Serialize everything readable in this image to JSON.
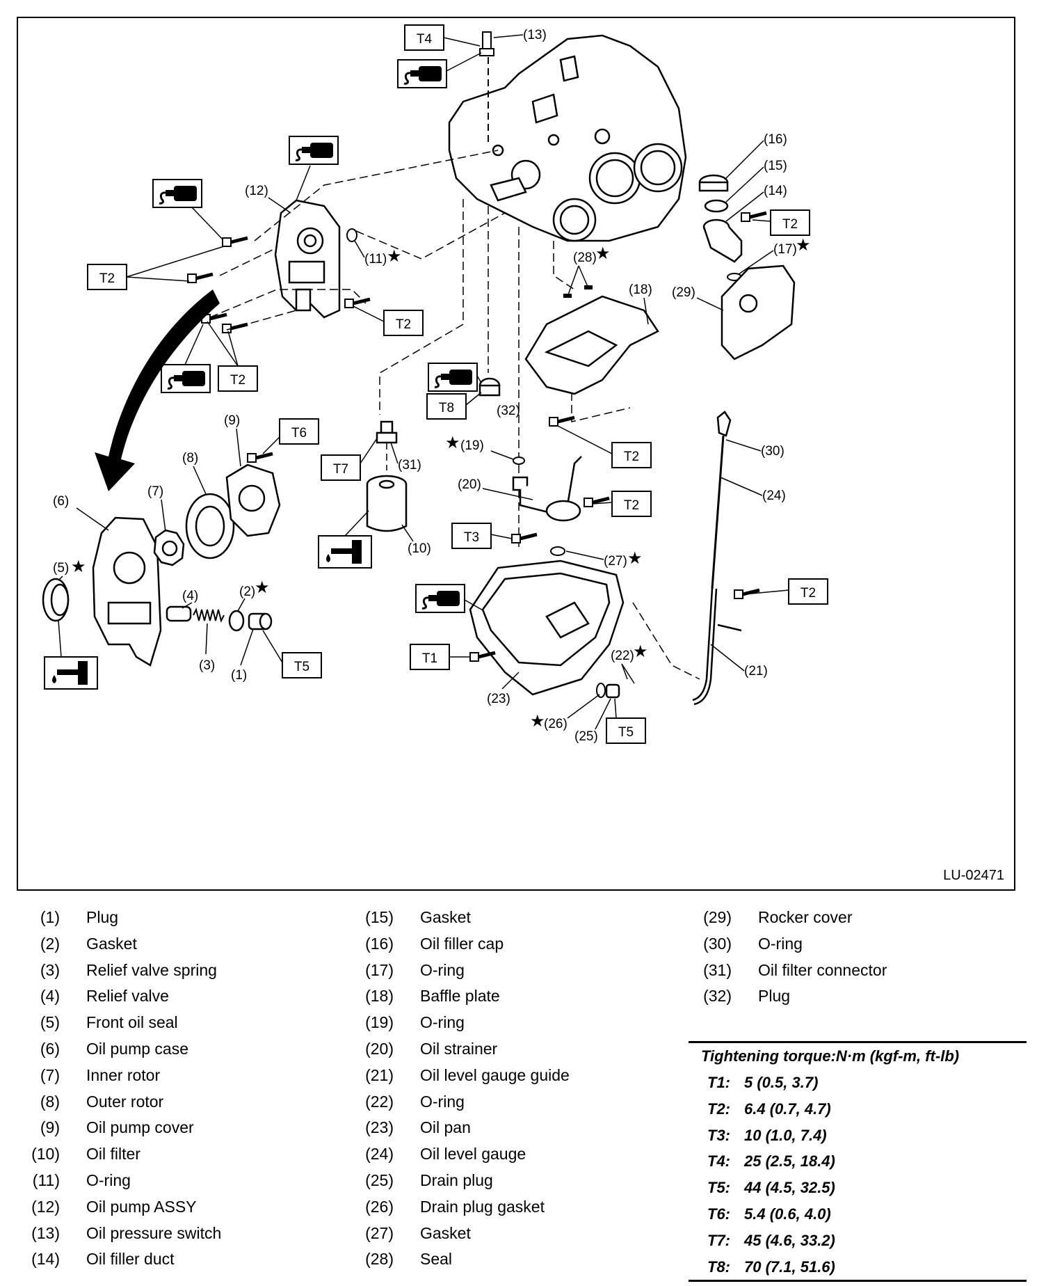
{
  "figure_code": "LU-02471",
  "torque_boxes": {
    "t4": "T4",
    "t2_a": "T2",
    "t2_b": "T2",
    "t2_c": "T2",
    "t2_d": "T2",
    "t2_e": "T2",
    "t2_f": "T2",
    "t2_g": "T2",
    "t6": "T6",
    "t7": "T7",
    "t8": "T8",
    "t3": "T3",
    "t1": "T1",
    "t5_a": "T5",
    "t5_b": "T5"
  },
  "callouts": {
    "c1": "(1)",
    "c2": "(2)",
    "c3": "(3)",
    "c4": "(4)",
    "c5": "(5)",
    "c6": "(6)",
    "c7": "(7)",
    "c8": "(8)",
    "c9": "(9)",
    "c10": "(10)",
    "c11": "(11)",
    "c12": "(12)",
    "c13": "(13)",
    "c14": "(14)",
    "c15": "(15)",
    "c16": "(16)",
    "c17": "(17)",
    "c18": "(18)",
    "c19": "(19)",
    "c20": "(20)",
    "c21": "(21)",
    "c22": "(22)",
    "c23": "(23)",
    "c24": "(24)",
    "c25": "(25)",
    "c26": "(26)",
    "c27": "(27)",
    "c28": "(28)",
    "c29": "(29)",
    "c30": "(30)",
    "c31": "(31)",
    "c32": "(32)"
  },
  "replace_mark": "★",
  "legend": [
    {
      "num": "(1)",
      "name": "Plug"
    },
    {
      "num": "(2)",
      "name": "Gasket"
    },
    {
      "num": "(3)",
      "name": "Relief valve spring"
    },
    {
      "num": "(4)",
      "name": "Relief valve"
    },
    {
      "num": "(5)",
      "name": "Front oil seal"
    },
    {
      "num": "(6)",
      "name": "Oil pump case"
    },
    {
      "num": "(7)",
      "name": "Inner rotor"
    },
    {
      "num": "(8)",
      "name": "Outer rotor"
    },
    {
      "num": "(9)",
      "name": "Oil pump cover"
    },
    {
      "num": "(10)",
      "name": "Oil filter"
    },
    {
      "num": "(11)",
      "name": "O-ring"
    },
    {
      "num": "(12)",
      "name": "Oil pump ASSY"
    },
    {
      "num": "(13)",
      "name": "Oil pressure switch"
    },
    {
      "num": "(14)",
      "name": "Oil filler duct"
    },
    {
      "num": "(15)",
      "name": "Gasket"
    },
    {
      "num": "(16)",
      "name": "Oil filler cap"
    },
    {
      "num": "(17)",
      "name": "O-ring"
    },
    {
      "num": "(18)",
      "name": "Baffle plate"
    },
    {
      "num": "(19)",
      "name": "O-ring"
    },
    {
      "num": "(20)",
      "name": "Oil strainer"
    },
    {
      "num": "(21)",
      "name": "Oil level gauge guide"
    },
    {
      "num": "(22)",
      "name": "O-ring"
    },
    {
      "num": "(23)",
      "name": "Oil pan"
    },
    {
      "num": "(24)",
      "name": "Oil level gauge"
    },
    {
      "num": "(25)",
      "name": "Drain plug"
    },
    {
      "num": "(26)",
      "name": "Drain plug gasket"
    },
    {
      "num": "(27)",
      "name": "Gasket"
    },
    {
      "num": "(28)",
      "name": "Seal"
    },
    {
      "num": "(29)",
      "name": "Rocker cover"
    },
    {
      "num": "(30)",
      "name": "O-ring"
    },
    {
      "num": "(31)",
      "name": "Oil filter connector"
    },
    {
      "num": "(32)",
      "name": "Plug"
    }
  ],
  "torque": {
    "title": "Tightening torque:N·m (kgf-m, ft-lb)",
    "rows": [
      {
        "code": "T1:",
        "value": "5 (0.5, 3.7)"
      },
      {
        "code": "T2:",
        "value": "6.4 (0.7, 4.7)"
      },
      {
        "code": "T3:",
        "value": "10 (1.0, 7.4)"
      },
      {
        "code": "T4:",
        "value": "25 (2.5, 18.4)"
      },
      {
        "code": "T5:",
        "value": "44 (4.5, 32.5)"
      },
      {
        "code": "T6:",
        "value": "5.4 (0.6, 4.0)"
      },
      {
        "code": "T7:",
        "value": "45 (4.6, 33.2)"
      },
      {
        "code": "T8:",
        "value": "70 (7.1, 51.6)"
      }
    ]
  }
}
